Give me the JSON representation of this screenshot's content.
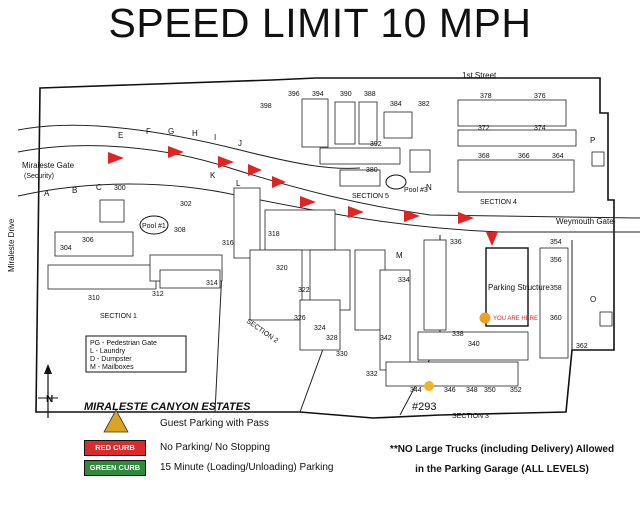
{
  "title": "SPEED LIMIT 10 MPH",
  "streets": {
    "first_street": "1st Street",
    "miraleste_drive": "Miraleste Drive",
    "weymouth_gate": "Weymouth Gate",
    "miraleste_gate": "Miraleste Gate",
    "miraleste_gate_security": "(Security)"
  },
  "section_labels": [
    "SECTION 1",
    "SECTION 2",
    "SECTION 3",
    "SECTION 4",
    "SECTION 5"
  ],
  "pools": [
    "Pool #1",
    "Pool #3"
  ],
  "parking_structure": "Parking Structure",
  "you_are_here": "YOU ARE HERE",
  "highlight_unit": "#293",
  "road_letters": [
    "A",
    "B",
    "C",
    "E",
    "F",
    "G",
    "H",
    "I",
    "J",
    "K",
    "L",
    "M",
    "N",
    "O",
    "P"
  ],
  "unit_numbers": [
    "398",
    "396",
    "394",
    "390",
    "388",
    "384",
    "382",
    "378",
    "376",
    "372",
    "374",
    "392",
    "380",
    "368",
    "366",
    "364",
    "300",
    "302",
    "304",
    "306",
    "308",
    "310",
    "312",
    "314",
    "316",
    "318",
    "320",
    "322",
    "324",
    "326",
    "328",
    "330",
    "332",
    "334",
    "336",
    "338",
    "340",
    "342",
    "344",
    "346",
    "348",
    "350",
    "352",
    "354",
    "356",
    "358",
    "360",
    "362"
  ],
  "map_legend": {
    "items": [
      "PG - Pedestrian Gate",
      "L - Laundry",
      "D - Dumpster",
      "M - Mailboxes"
    ],
    "estate_name": "MIRALESTE CANYON ESTATES",
    "north_letter": "N"
  },
  "parking_legend": {
    "guest_label": "Guest Parking with Pass",
    "red_curb": "RED CURB",
    "red_text": "No Parking/ No Stopping",
    "green_curb": "GREEN CURB",
    "green_text": "15 Minute (Loading/Unloading) Parking"
  },
  "notice": {
    "line1": "**NO Large Trucks (including Delivery) Allowed",
    "line2": "in the Parking Garage (ALL LEVELS)"
  },
  "colors": {
    "arrow": "#e32222",
    "guest_triangle": "#d9a520",
    "you_are_here": "#f0a020",
    "unit_dot": "#f0b420",
    "red_curb": "#d92b2b",
    "green_curb": "#2e8b3a"
  }
}
